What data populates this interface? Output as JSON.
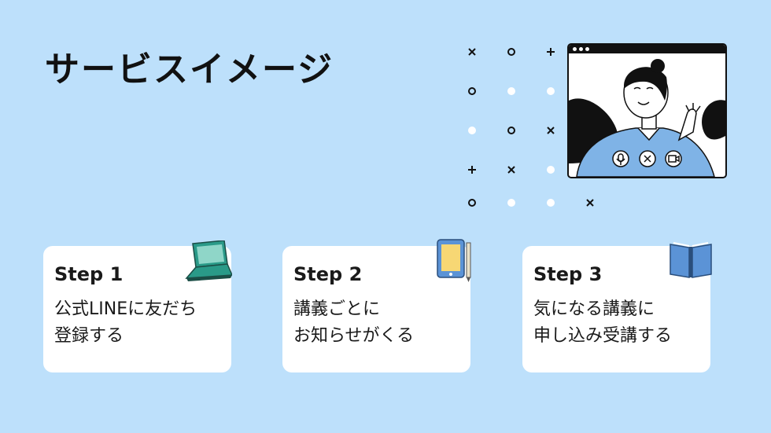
{
  "title": "サービスイメージ",
  "steps": [
    {
      "label": "Step 1",
      "text": "公式LINEに友だち\n登録する",
      "icon": "laptop-icon"
    },
    {
      "label": "Step 2",
      "text": "講義ごとに\nお知らせがくる",
      "icon": "tablet-icon"
    },
    {
      "label": "Step 3",
      "text": "気になる講義に\n申し込み受講する",
      "icon": "book-icon"
    }
  ],
  "illustration": {
    "type": "video-call-window",
    "controls": [
      "microphone-icon",
      "end-call-icon",
      "camera-icon"
    ]
  },
  "colors": {
    "background": "#bde0fb",
    "card": "#ffffff",
    "text": "#111111",
    "accent_blue": "#5b93d6",
    "laptop": "#2a9a88"
  }
}
